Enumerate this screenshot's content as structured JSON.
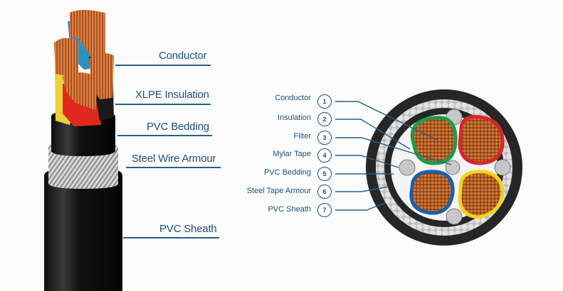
{
  "left_diagram": {
    "title": "Cable layers (cutaway view)",
    "labels": [
      {
        "id": "conductor",
        "text": "Conductor"
      },
      {
        "id": "xlpe-insulation",
        "text": "XLPE Insulation"
      },
      {
        "id": "pvc-bedding",
        "text": "PVC Bedding"
      },
      {
        "id": "steel-wire-armour",
        "text": "Steel Wire Armour"
      },
      {
        "id": "pvc-sheath",
        "text": "PVC Sheath"
      }
    ],
    "core_colors": [
      "#2f8fc0",
      "#e8d33a",
      "#e0281e",
      "#1a1a1a"
    ]
  },
  "right_diagram": {
    "title": "Cable cross-section",
    "callouts": [
      {
        "number": "1",
        "text": "Conductor"
      },
      {
        "number": "2",
        "text": "Insulation"
      },
      {
        "number": "3",
        "text": "Filter"
      },
      {
        "number": "4",
        "text": "Mylar Tape"
      },
      {
        "number": "5",
        "text": "PVC Bedding"
      },
      {
        "number": "6",
        "text": "Steel Tape Armour"
      },
      {
        "number": "7",
        "text": "PVC Sheath"
      }
    ],
    "core_colors": [
      "#1f9a4a",
      "#d9262b",
      "#1d5fa8",
      "#f1d21f"
    ]
  },
  "colors": {
    "label_text": "#1e4f78",
    "leader_line": "#2b5f86",
    "copper": "#c8692f",
    "sheath": "#2b2b2b",
    "armour": "#c9c9c9"
  }
}
